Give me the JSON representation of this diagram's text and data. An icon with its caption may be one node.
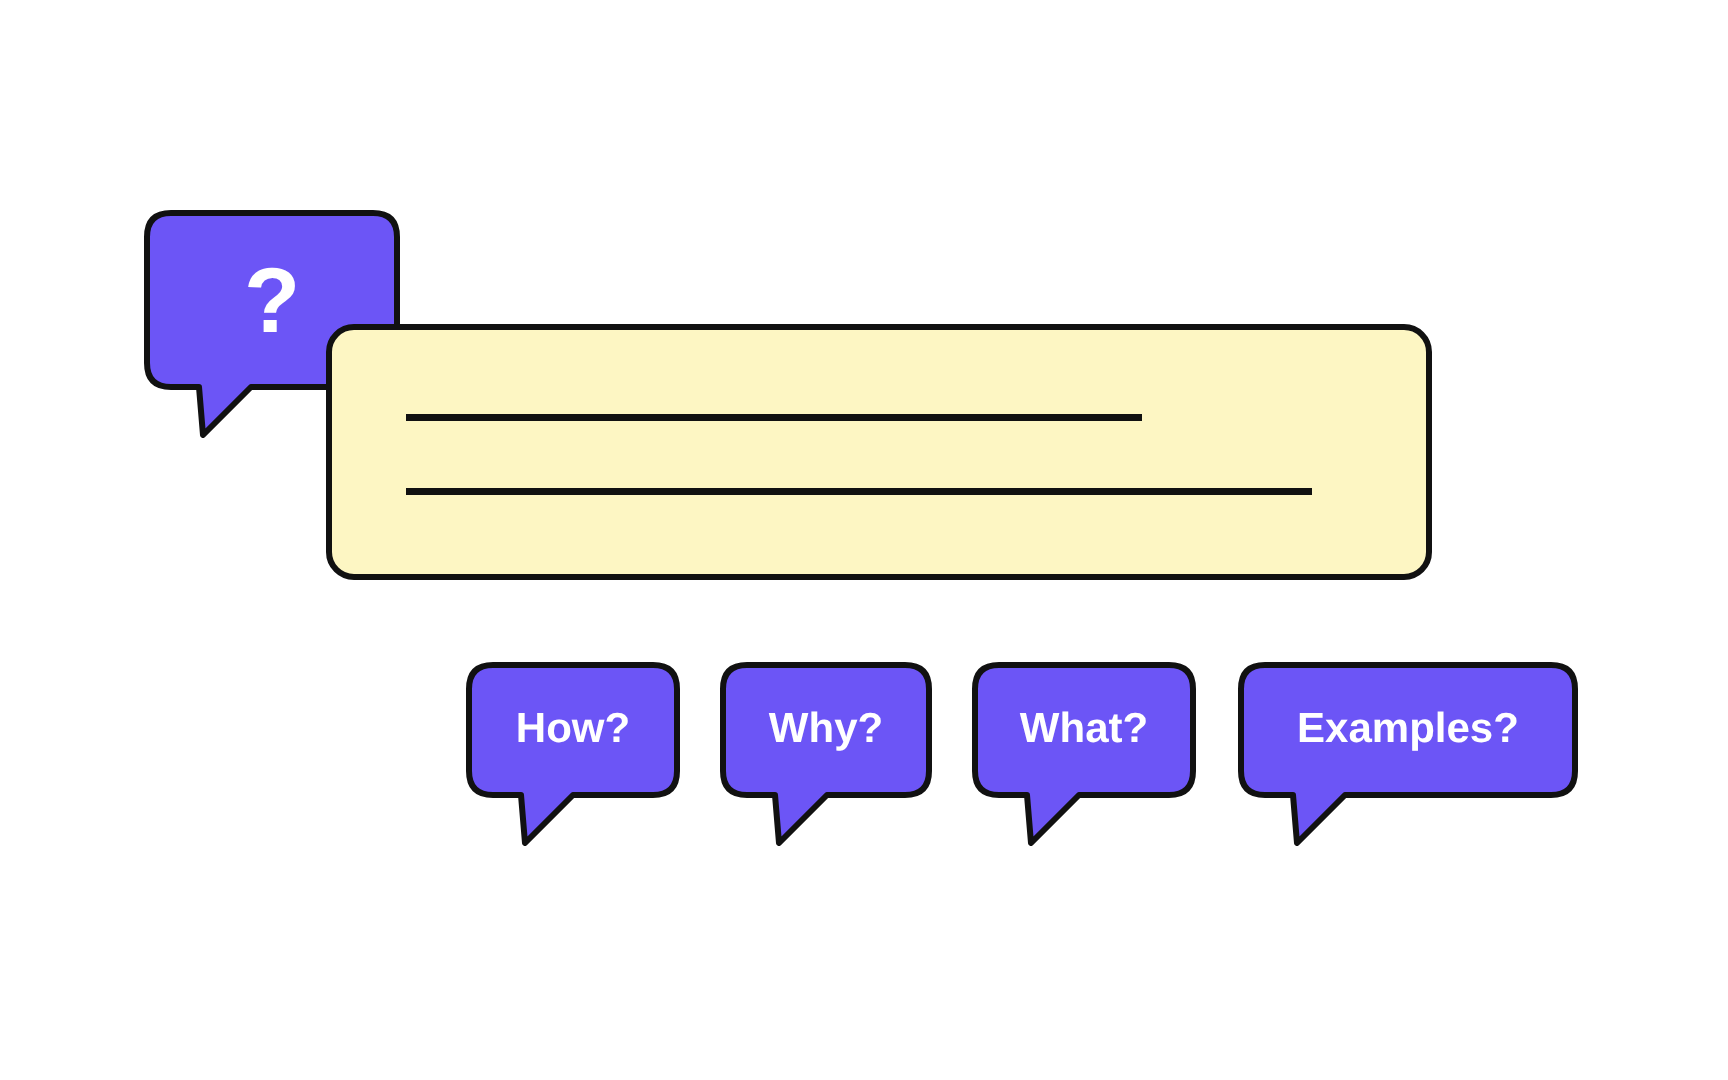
{
  "diagram": {
    "nodes": [
      {
        "text": [
          "?"
        ]
      },
      {
        "text": [],
        "shape": "box"
      },
      {
        "text": [
          "How?"
        ]
      },
      {
        "text": [
          "Why?"
        ]
      },
      {
        "text": [
          "What?"
        ]
      },
      {
        "text": [
          "Examples?"
        ]
      }
    ],
    "edges": []
  }
}
